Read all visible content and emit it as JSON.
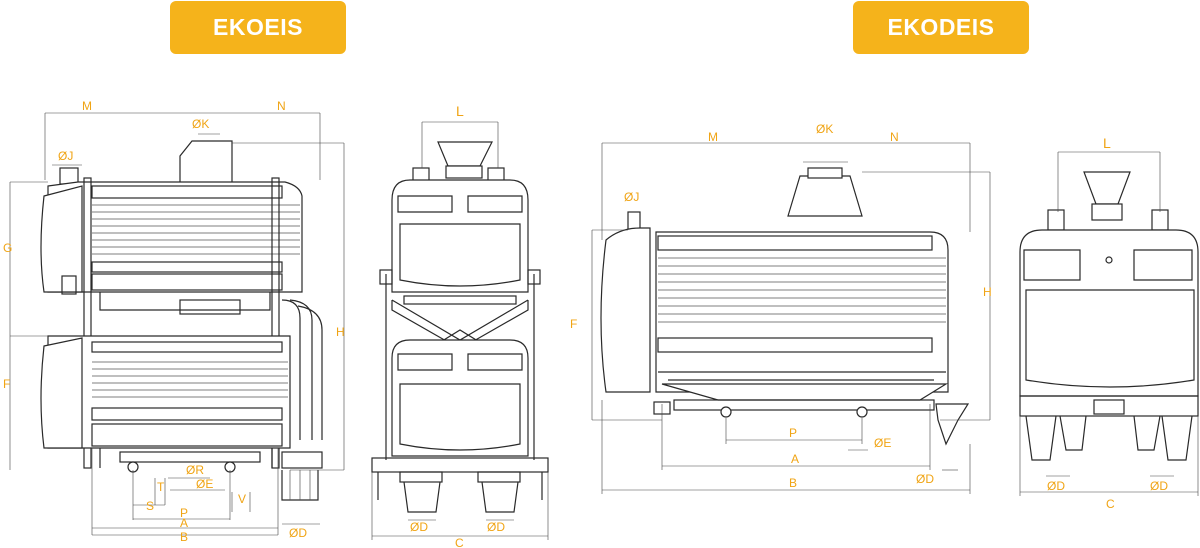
{
  "badges": {
    "left": "EKOEIS",
    "right": "EKODEIS"
  },
  "ekoeis": {
    "labels": {
      "M": "M",
      "N": "N",
      "K": "ØK",
      "J": "ØJ",
      "G": "G",
      "F": "F",
      "H": "H",
      "R": "ØR",
      "T": "T",
      "E": "ØE",
      "S": "S",
      "V": "V",
      "P": "P",
      "A": "A",
      "B": "B",
      "D": "ØD",
      "L": "L",
      "D1": "ØD",
      "D2": "ØD",
      "C": "C"
    }
  },
  "ekodeis": {
    "labels": {
      "M": "M",
      "K": "ØK",
      "N": "N",
      "J": "ØJ",
      "F": "F",
      "H": "H",
      "P": "P",
      "E": "ØE",
      "A": "A",
      "D": "ØD",
      "B": "B",
      "L": "L",
      "D1": "ØD",
      "D2": "ØD",
      "C": "C"
    }
  },
  "colors": {
    "badge": "#f5b31b",
    "dimension_text": "#f0a414",
    "line": "#2a2a2a"
  }
}
